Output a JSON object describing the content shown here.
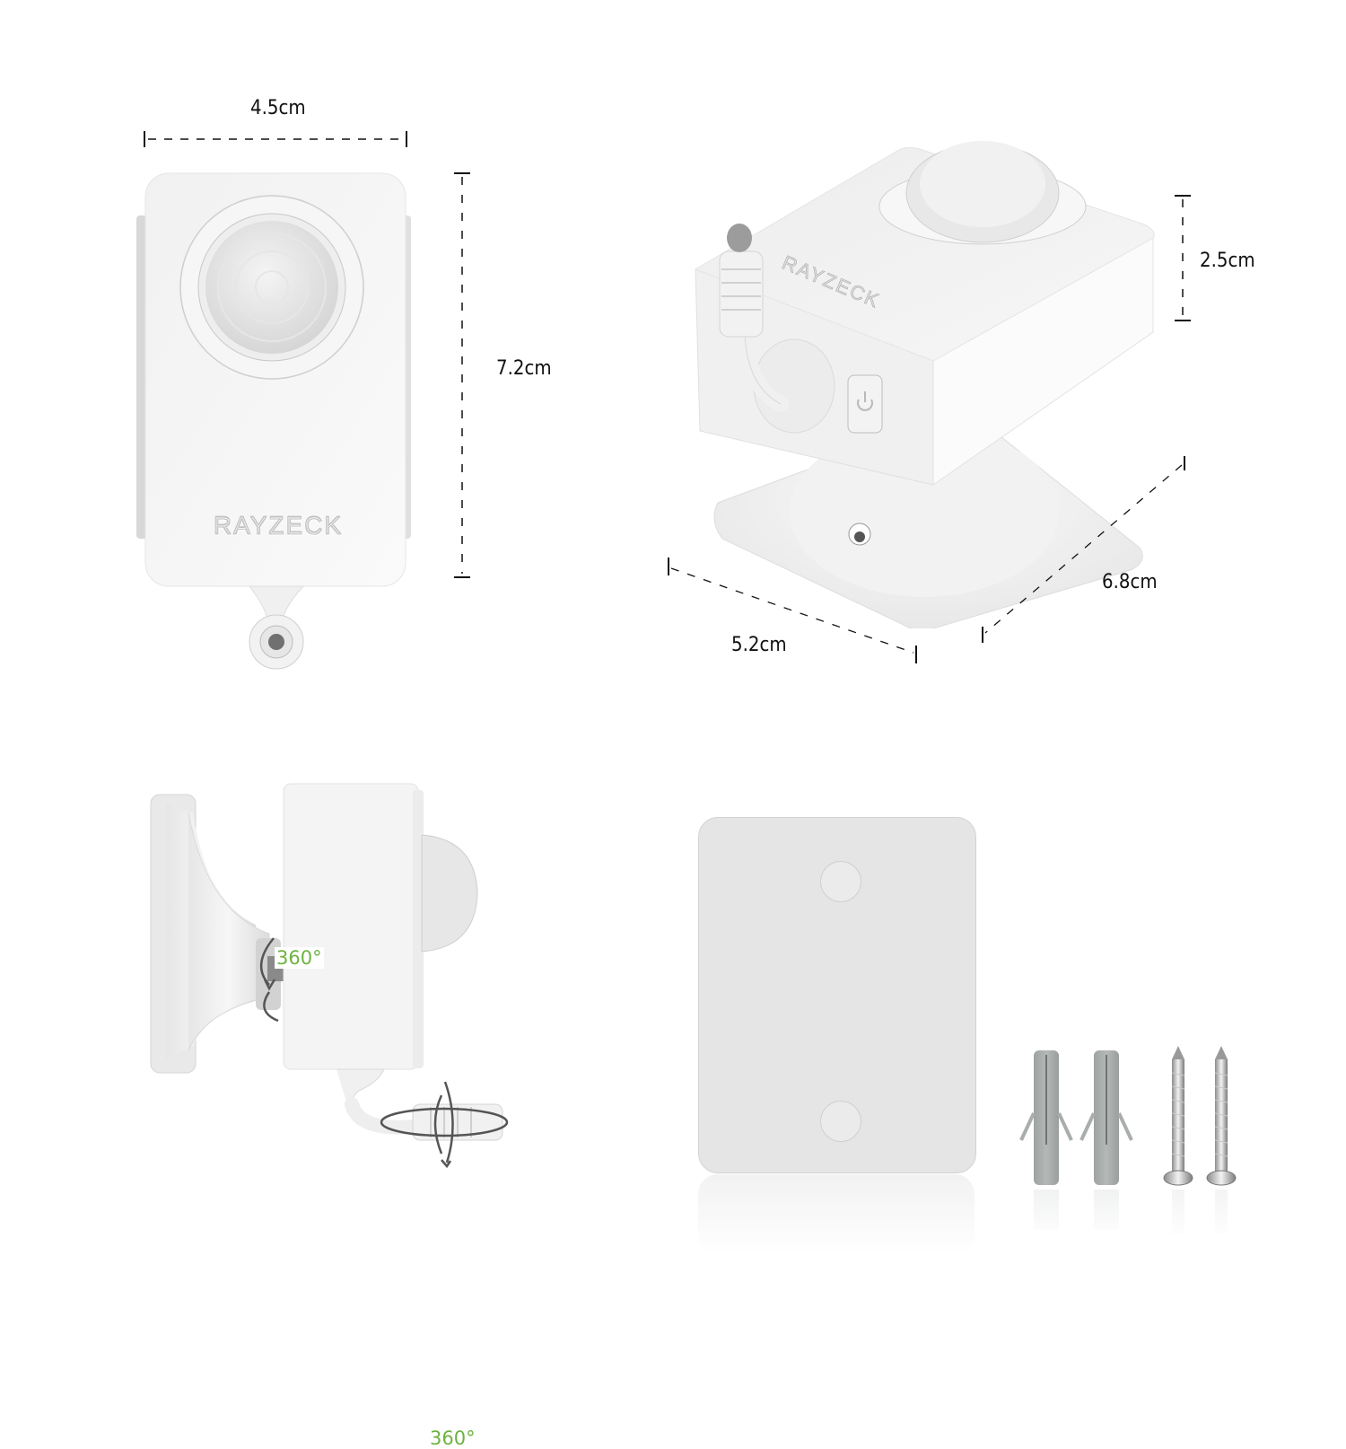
{
  "brand": "RAYZECK",
  "views": {
    "front": {
      "width_label": "4.5cm",
      "height_label": "7.2cm"
    },
    "iso": {
      "height_label": "2.5cm",
      "length_label": "6.8cm",
      "depth_label": "5.2cm",
      "icons": [
        "power-icon"
      ]
    },
    "side": {
      "mount_rotation_label": "360°",
      "cable_rotation_label": "360°"
    },
    "accessories": {
      "items": [
        "adhesive-pad",
        "wall-anchor",
        "wall-anchor",
        "screw",
        "screw"
      ]
    }
  },
  "colors": {
    "dimension_line": "#111111",
    "rotation_text": "#6cb33f",
    "rotation_arrow": "#555555",
    "device_body": "#f3f3f3",
    "anchor": "#a9aeac",
    "adhesive_pad": "#e4e4e4"
  }
}
